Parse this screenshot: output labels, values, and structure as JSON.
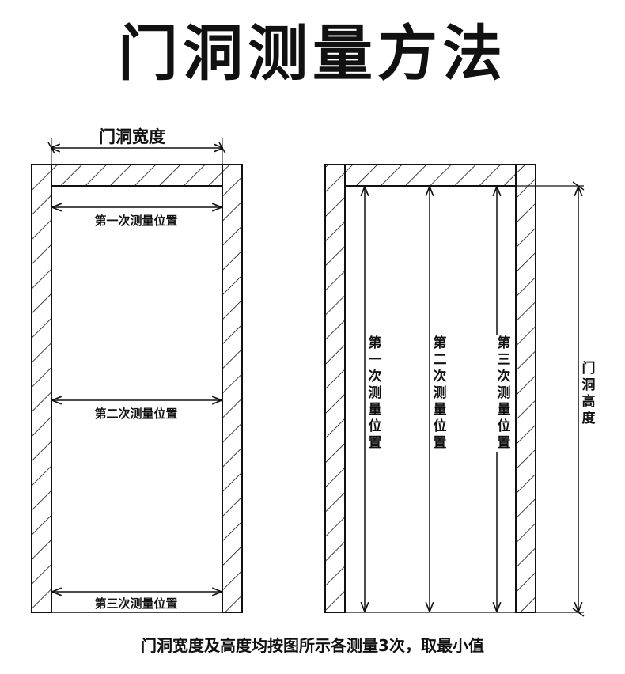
{
  "title": "门洞测量方法",
  "footer_note": "门洞宽度及高度均按图所示各测量3次，取最小值",
  "width_diagram": {
    "top_label": "门洞宽度",
    "positions": [
      "第一次测量位置",
      "第二次测量位置",
      "第三次测量位置"
    ]
  },
  "height_diagram": {
    "positions": [
      "第一次测量位置",
      "第二次测量位置",
      "第三次测量位置"
    ],
    "side_label": "门洞高度"
  },
  "colors": {
    "line": "#111111",
    "background": "#ffffff"
  }
}
